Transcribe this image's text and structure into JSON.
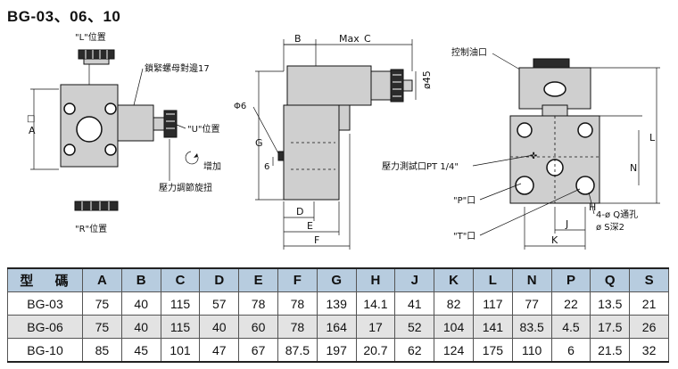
{
  "title": "BG-03、06、10",
  "drawing": {
    "left_view": {
      "label_l": "\"L\"位置",
      "label_nut": "鎖緊螺母對邊17",
      "label_u": "\"U\"位置",
      "label_increase": "增加",
      "label_knob": "壓力調節旋扭",
      "label_r": "\"R\"位置",
      "dim_a": "A",
      "dim_square": "□"
    },
    "middle_view": {
      "dim_b": "B",
      "dim_max": "Max",
      "dim_c": "C",
      "dim_phi6": "Φ6",
      "dim_g": "G",
      "dim_6": "6",
      "dim_d": "D",
      "dim_e": "E",
      "dim_f": "F",
      "dim_phi45": "ø45"
    },
    "right_view": {
      "label_control_port": "控制油口",
      "label_gauge_port": "壓力測試口PT 1/4\"",
      "label_p_port": "\"P\"口",
      "label_t_port": "\"T\"口",
      "label_holes": "4-ø Q通孔",
      "label_counterbore": "ø S深2",
      "dim_h": "H",
      "dim_j": "J",
      "dim_k": "K",
      "dim_n": "N",
      "dim_l": "L"
    }
  },
  "table": {
    "header_model": "型 碼",
    "columns": [
      "A",
      "B",
      "C",
      "D",
      "E",
      "F",
      "G",
      "H",
      "J",
      "K",
      "L",
      "N",
      "P",
      "Q",
      "S"
    ],
    "rows": [
      {
        "model": "BG-03",
        "values": [
          "75",
          "40",
          "115",
          "57",
          "78",
          "78",
          "139",
          "14.1",
          "41",
          "82",
          "117",
          "77",
          "22",
          "13.5",
          "21"
        ]
      },
      {
        "model": "BG-06",
        "values": [
          "75",
          "40",
          "115",
          "40",
          "60",
          "78",
          "164",
          "17",
          "52",
          "104",
          "141",
          "83.5",
          "4.5",
          "17.5",
          "26"
        ]
      },
      {
        "model": "BG-10",
        "values": [
          "85",
          "45",
          "101",
          "47",
          "67",
          "87.5",
          "197",
          "20.7",
          "62",
          "124",
          "175",
          "110",
          "6",
          "21.5",
          "32"
        ]
      }
    ]
  }
}
